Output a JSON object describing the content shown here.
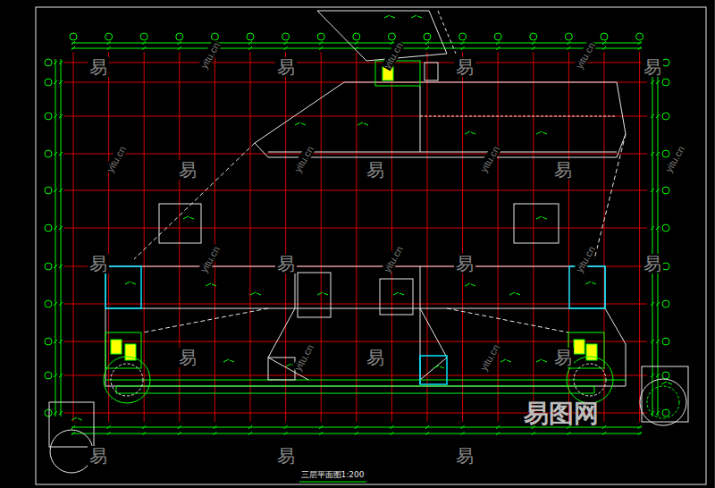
{
  "diagram": {
    "caption": "三层平面图1:200",
    "labels": [
      "易",
      "易",
      "易",
      "易",
      "易",
      "易",
      "易",
      "易",
      "易",
      "易",
      "易",
      "易",
      "易",
      "易",
      "易",
      "易",
      "易",
      "yitu.cn",
      "yitu.cn",
      "yitu.cn",
      "yitu.cn",
      "yitu.cn",
      "yitu.cn",
      "yitu.cn",
      "yitu.cn",
      "yitu.cn",
      "yitu.cn",
      "yitu.cn",
      "yitu.cn",
      "易图网"
    ]
  }
}
